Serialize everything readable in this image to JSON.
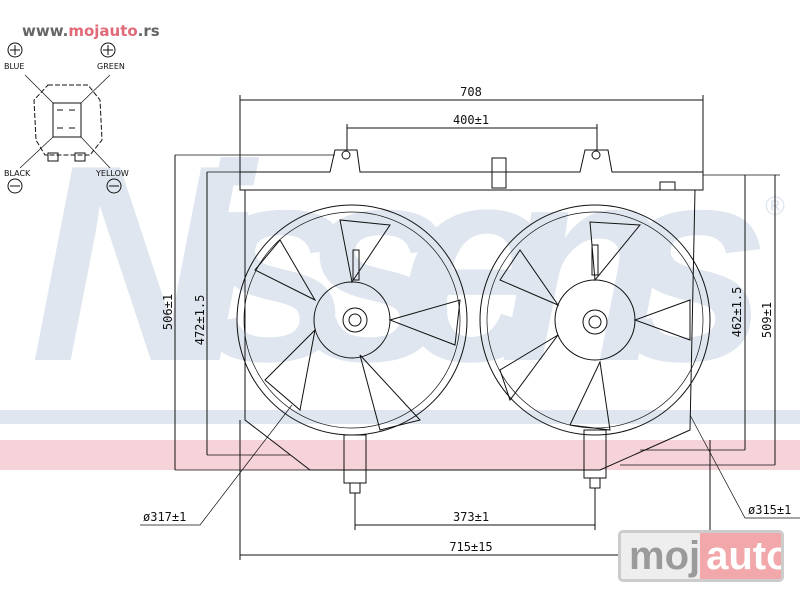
{
  "watermark": {
    "prefix": "www.",
    "brand": "mojauto",
    "suffix": ".rs",
    "background_brand": "Nissens",
    "registered": "®"
  },
  "logo": {
    "part1": "moj",
    "part2": "auto"
  },
  "connector": {
    "blue": {
      "sign": "+",
      "label": "BLUE"
    },
    "green": {
      "sign": "+",
      "label": "GREEN"
    },
    "black": {
      "sign": "−",
      "label": "BLACK"
    },
    "yellow": {
      "sign": "−",
      "label": "YELLOW"
    }
  },
  "dimensions": {
    "overall_top": "708",
    "mount_spacing": "400±1",
    "left_height_outer": "506±1",
    "left_height_inner": "472±1.5",
    "right_height_inner": "462±1.5",
    "right_height_outer": "509±1",
    "motor_spacing": "373±1",
    "overall_bottom": "715±15",
    "left_fan_diameter": "ø317±1",
    "right_fan_diameter": "ø315±1"
  },
  "colors": {
    "watermark_blue": "#dfe6ef",
    "watermark_pink": "#f6d3d8",
    "brand_red": "#e06a78"
  }
}
